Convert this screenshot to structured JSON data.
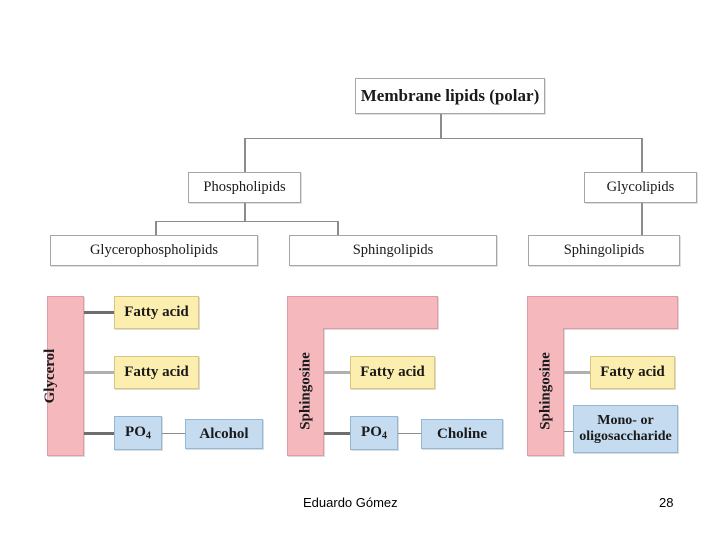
{
  "slide": {
    "background_color": "#ffffff",
    "footer": {
      "author": "Eduardo Gómez",
      "page_number": "28"
    }
  },
  "colors": {
    "backbone_pink": "#f5b8bd",
    "backbone_pink_border": "#e09aa1",
    "fatty_acid_yellow": "#fbeeae",
    "fatty_acid_yellow_border": "#d9c77e",
    "headgroup_blue": "#c5dcf0",
    "headgroup_blue_border": "#93b7d4",
    "box_border_grey": "#a6a6a6",
    "connector_grey": "#8c8c8c",
    "stub_dark_grey": "#6e6e6e",
    "text_black": "#1a1a1a"
  },
  "hierarchy": {
    "root": {
      "label": "Membrane lipids (polar)"
    },
    "level2": [
      {
        "label": "Phospholipids"
      },
      {
        "label": "Glycolipids"
      }
    ],
    "level3": [
      {
        "label": "Glycerophospholipids"
      },
      {
        "label": "Sphingolipids"
      },
      {
        "label": "Sphingolipids"
      }
    ]
  },
  "structures": [
    {
      "name": "glycerophospholipid",
      "backbone": {
        "label": "Glycerol",
        "shape": "bar"
      },
      "components": [
        {
          "label": "Fatty acid",
          "color": "yellow"
        },
        {
          "label": "Fatty acid",
          "color": "yellow"
        },
        {
          "label": "PO4",
          "label_base": "PO",
          "label_sub": "4",
          "color": "blue"
        },
        {
          "label": "Alcohol",
          "color": "blue"
        }
      ]
    },
    {
      "name": "sphingolipid-phospho",
      "backbone": {
        "label": "Sphingosine",
        "shape": "inverted-L"
      },
      "components": [
        {
          "label": "Fatty acid",
          "color": "yellow"
        },
        {
          "label": "PO4",
          "label_base": "PO",
          "label_sub": "4",
          "color": "blue"
        },
        {
          "label": "Choline",
          "color": "blue"
        }
      ]
    },
    {
      "name": "sphingolipid-glyco",
      "backbone": {
        "label": "Sphingosine",
        "shape": "inverted-L"
      },
      "components": [
        {
          "label": "Fatty acid",
          "color": "yellow"
        },
        {
          "label": "Mono- or oligosaccharide",
          "line1": "Mono- or",
          "line2": "oligosaccharide",
          "color": "blue"
        }
      ]
    }
  ]
}
